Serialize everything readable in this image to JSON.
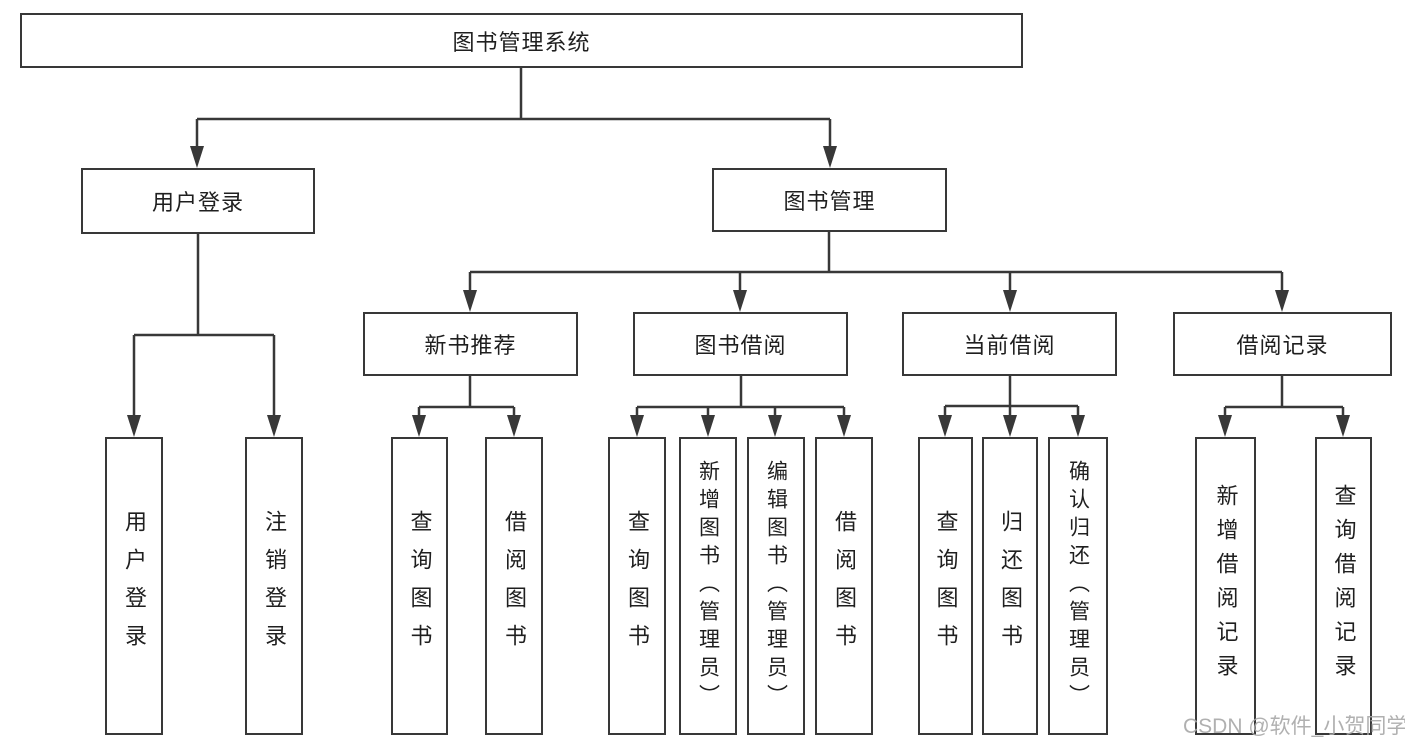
{
  "title": "图书管理系统",
  "colors": {
    "line": "#383838",
    "text": "#1f1f1f",
    "background": "#ffffff",
    "watermark": "#a8a8a8"
  },
  "watermark": "CSDN @软件_小贺同学",
  "nodes": {
    "root": {
      "label": "图书管理系统"
    },
    "user_login": {
      "label": "用户登录"
    },
    "book_mgmt": {
      "label": "图书管理"
    },
    "new_book_rec": {
      "label": "新书推荐"
    },
    "book_borrow": {
      "label": "图书借阅"
    },
    "current_borrow": {
      "label": "当前借阅"
    },
    "borrow_records": {
      "label": "借阅记录"
    },
    "leaf_user_login": {
      "label": "用户登录"
    },
    "leaf_logout": {
      "label": "注销登录"
    },
    "leaf_rec_query": {
      "label": "查询图书"
    },
    "leaf_rec_borrow": {
      "label": "借阅图书"
    },
    "leaf_bb_query": {
      "label": "查询图书"
    },
    "leaf_bb_add": {
      "label": "新增图书（管理员）"
    },
    "leaf_bb_edit": {
      "label": "编辑图书（管理员）"
    },
    "leaf_bb_borrow": {
      "label": "借阅图书"
    },
    "leaf_cb_query": {
      "label": "查询图书"
    },
    "leaf_cb_return": {
      "label": "归还图书"
    },
    "leaf_cb_confirm": {
      "label": "确认归还（管理员）"
    },
    "leaf_br_add": {
      "label": "新增借阅记录"
    },
    "leaf_br_query": {
      "label": "查询借阅记录"
    }
  },
  "hierarchy": {
    "图书管理系统": {
      "用户登录": [
        "用户登录",
        "注销登录"
      ],
      "图书管理": {
        "新书推荐": [
          "查询图书",
          "借阅图书"
        ],
        "图书借阅": [
          "查询图书",
          "新增图书（管理员）",
          "编辑图书（管理员）",
          "借阅图书"
        ],
        "当前借阅": [
          "查询图书",
          "归还图书",
          "确认归还（管理员）"
        ],
        "借阅记录": [
          "新增借阅记录",
          "查询借阅记录"
        ]
      }
    }
  }
}
